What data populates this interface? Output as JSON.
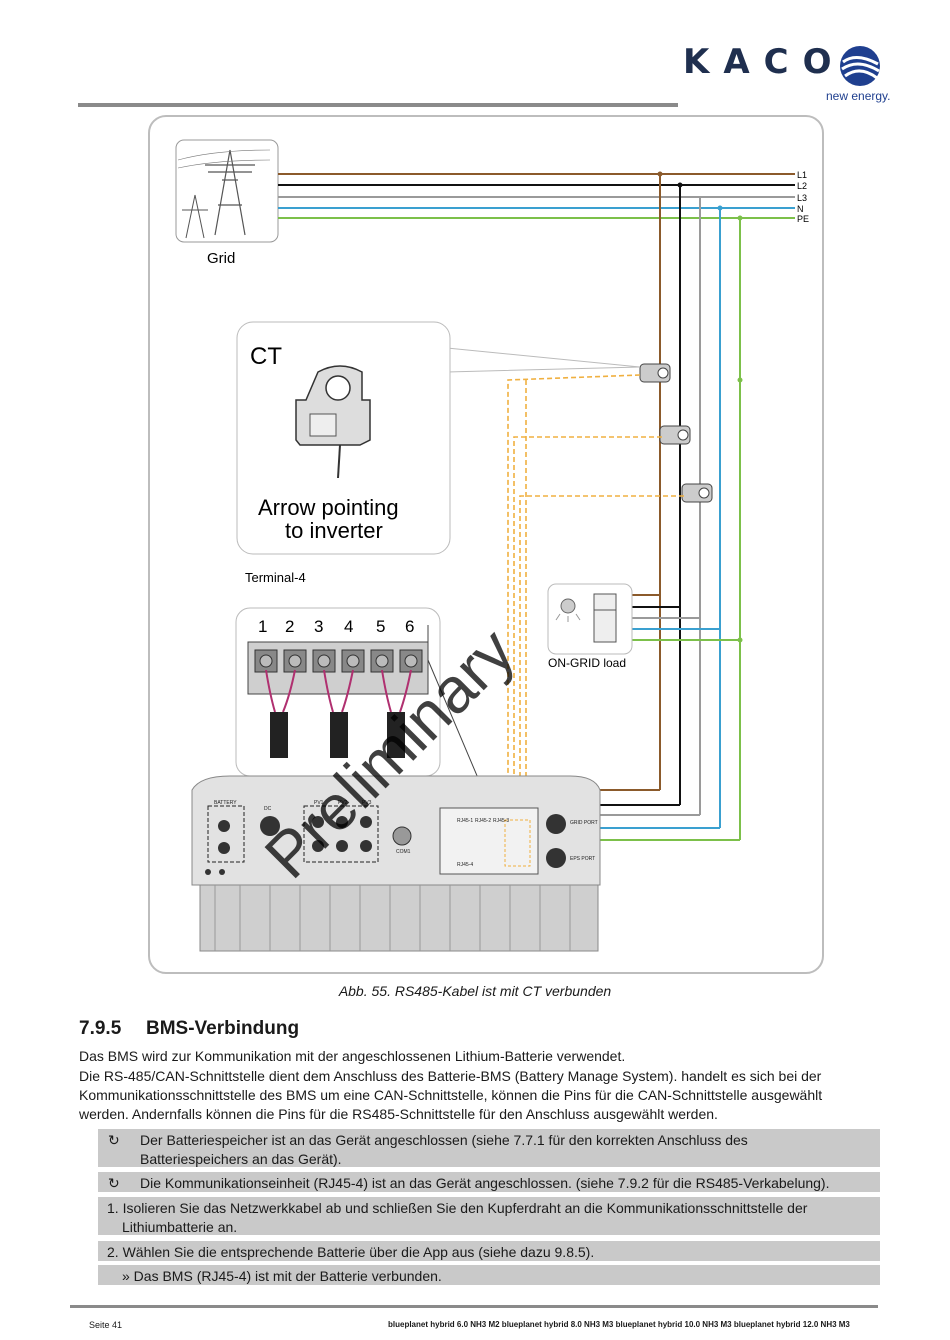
{
  "header": {
    "logo_text": "KACO",
    "logo_tagline": "new energy."
  },
  "figure": {
    "grid_label": "Grid",
    "line_labels": [
      "L1",
      "L2",
      "L3",
      "N",
      "PE"
    ],
    "ct_title": "CT",
    "ct_arrow_text_1": "Arrow pointing",
    "ct_arrow_text_2": "to inverter",
    "terminal_label": "Terminal-4",
    "terminal_numbers": [
      "1",
      "2",
      "3",
      "4",
      "5",
      "6"
    ],
    "load_label": "ON-GRID load",
    "watermark": "Preliminary",
    "inverter_labels": [
      "BATTERY",
      "DC",
      "PV1",
      "PV2",
      "PV3",
      "COM1",
      "RJ45-1",
      "RJ45-2",
      "RJ45-3",
      "RJ45-4",
      "GRID PORT",
      "EPS PORT"
    ],
    "caption": "Abb. 55. RS485-Kabel ist mit CT verbunden"
  },
  "section": {
    "number": "7.9.5",
    "title": "BMS-Verbindung",
    "para1": "Das BMS wird zur Kommunikation mit der angeschlossenen Lithium-Batterie verwendet.",
    "para2_l1": "Die RS-485/CAN-Schnittstelle dient dem Anschluss des Batterie-BMS (Battery Manage System). handelt es sich bei der",
    "para2_l2": "Kommunikationsschnittstelle des BMS um eine CAN-Schnittstelle, können die Pins für die CAN-Schnittstelle ausgewählt",
    "para2_l3": "werden. Andernfalls können die Pins für die RS485-Schnittstelle für den Anschluss ausgewählt werden."
  },
  "steps": {
    "pre1_symbol": "↻",
    "pre1_l1": "Der Batteriespeicher ist an das Gerät angeschlossen (siehe 7.7.1 für den korrekten Anschluss des",
    "pre1_l2": "Batteriespeichers an das Gerät).",
    "pre2_symbol": "↻",
    "pre2": "Die Kommunikationseinheit (RJ45-4) ist an das Gerät angeschlossen. (siehe 7.9.2 für die RS485-Verkabelung).",
    "step1_l1": "1. Isolieren Sie das Netzwerkkabel ab und schließen Sie den Kupferdraht an die Kommunikationsschnittstelle der",
    "step1_l2": "Lithiumbatterie an.",
    "step2": "2. Wählen Sie die entsprechende Batterie über die App aus (siehe dazu 9.8.5).",
    "result": "» Das BMS (RJ45-4) ist mit der Batterie verbunden."
  },
  "footer": {
    "page": "Seite 41",
    "models": "blueplanet hybrid 6.0 NH3 M2   blueplanet hybrid 8.0 NH3 M3  blueplanet hybrid 10.0 NH3 M3 blueplanet hybrid 12.0 NH3 M3"
  },
  "colors": {
    "L1": "#8b5a2b",
    "L2": "#111111",
    "L3": "#9a9a9a",
    "N": "#3aa0d0",
    "PE": "#7cc04a",
    "rs485": "#f0b040",
    "logo": "#1f2f4f"
  }
}
